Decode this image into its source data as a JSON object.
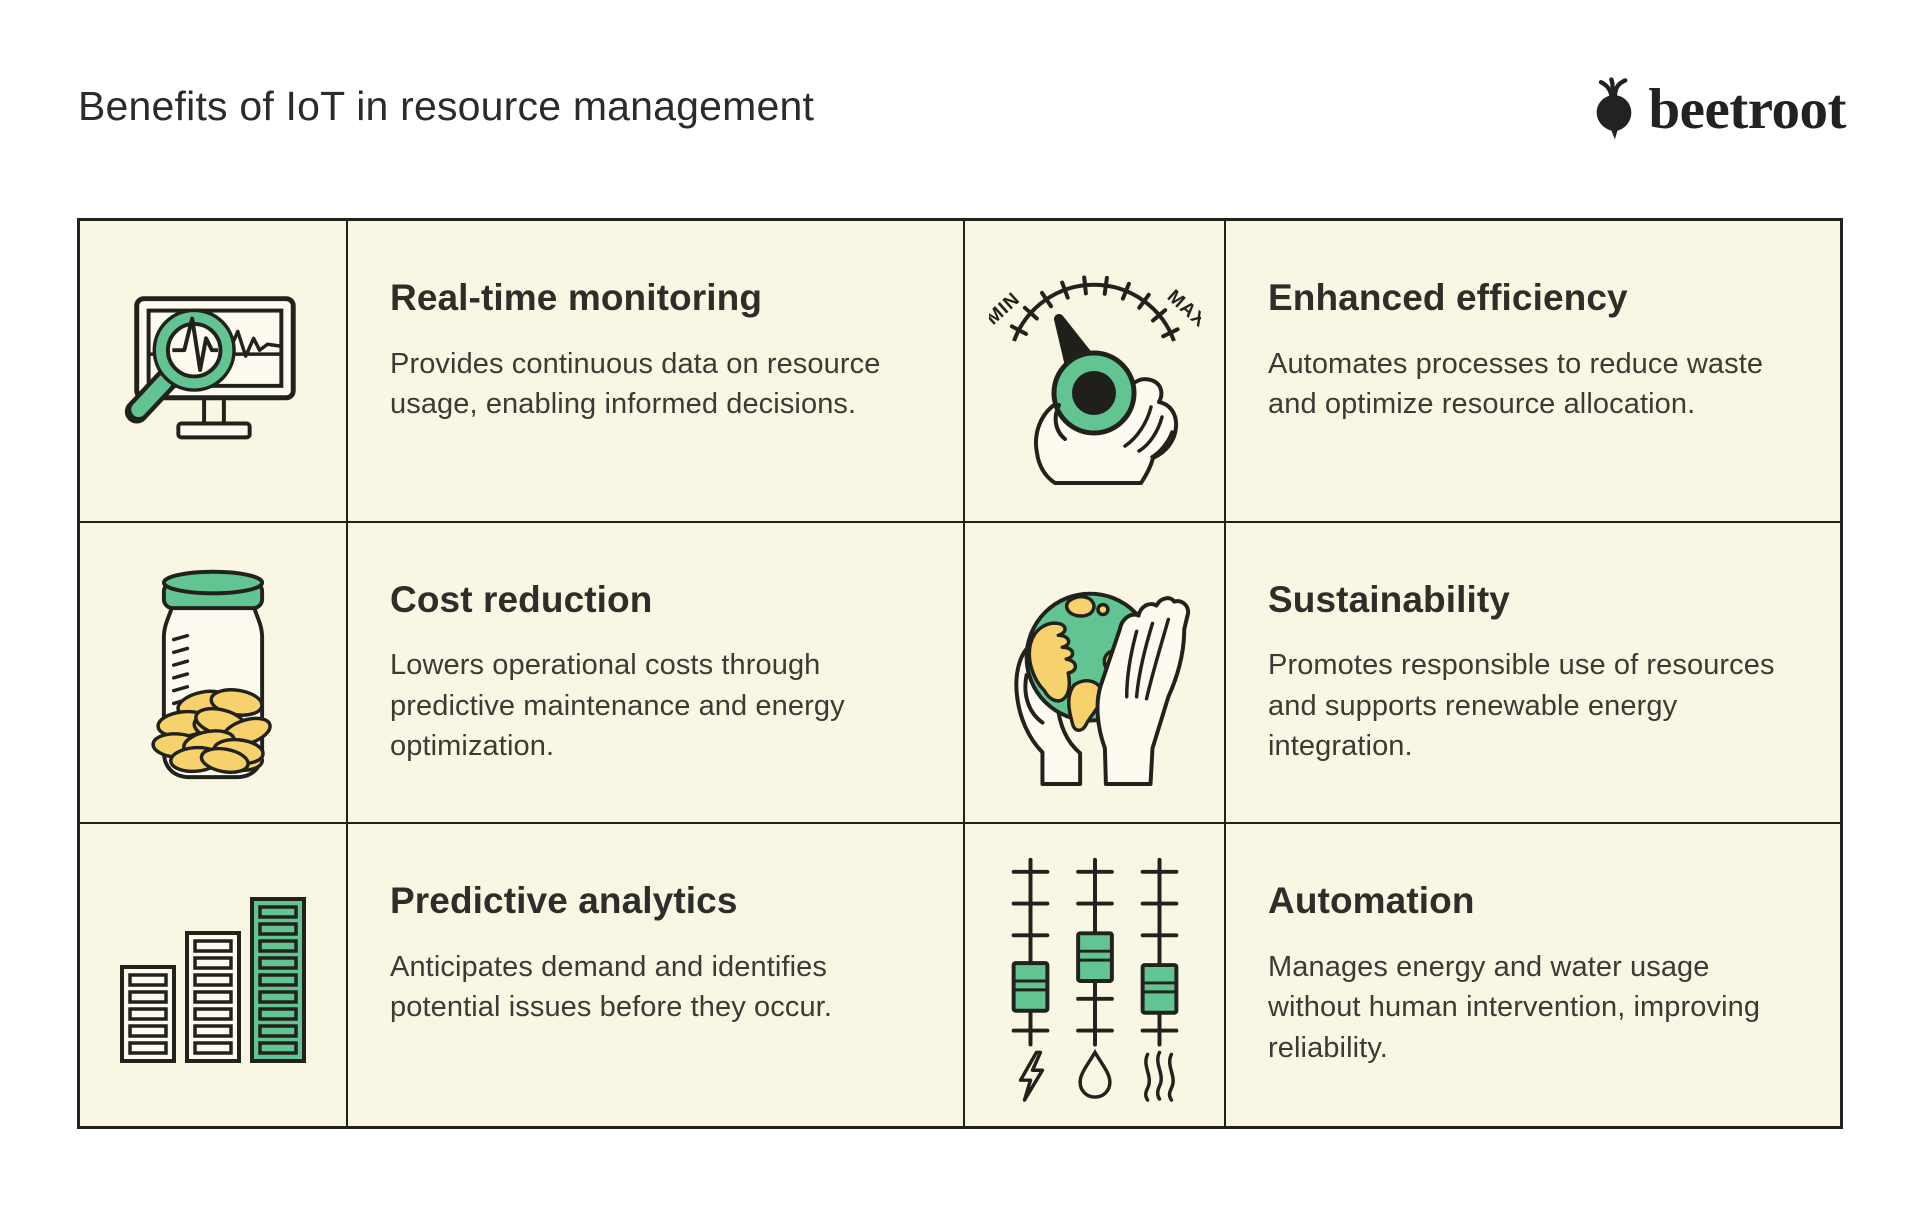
{
  "header": {
    "title": "Benefits of IoT in resource management",
    "logo": {
      "text": "beetroot"
    }
  },
  "dial": {
    "min": "MIN",
    "max": "MAX"
  },
  "cards": [
    {
      "id": "real-time-monitoring",
      "icon": "monitor-magnifier-icon",
      "title": "Real-time monitoring",
      "description": "Provides continuous data on resource usage, enabling informed decisions."
    },
    {
      "id": "enhanced-efficiency",
      "icon": "dial-knob-icon",
      "title": "Enhanced efficiency",
      "description": "Automates processes to reduce waste and optimize resource allocation."
    },
    {
      "id": "cost-reduction",
      "icon": "coin-jar-icon",
      "title": "Cost reduction",
      "description": "Lowers operational costs through predictive maintenance and energy optimization."
    },
    {
      "id": "sustainability",
      "icon": "hands-globe-icon",
      "title": "Sustainability",
      "description": "Promotes responsible use of resources and supports renewable energy integration."
    },
    {
      "id": "predictive-analytics",
      "icon": "bar-chart-icon",
      "title": "Predictive analytics",
      "description": "Anticipates demand and identifies potential issues before they occur."
    },
    {
      "id": "automation",
      "icon": "sliders-icon",
      "title": "Automation",
      "description": "Manages energy and water usage without human intervention, improving reliability."
    }
  ],
  "colors": {
    "page_background": "#ffffff",
    "cell_background": "#faf6e4",
    "outline": "#22221c",
    "accent_green": "#63c493",
    "accent_yellow": "#f7d26c",
    "heading_text": "#2d2d29",
    "body_text": "#3b3b36"
  }
}
